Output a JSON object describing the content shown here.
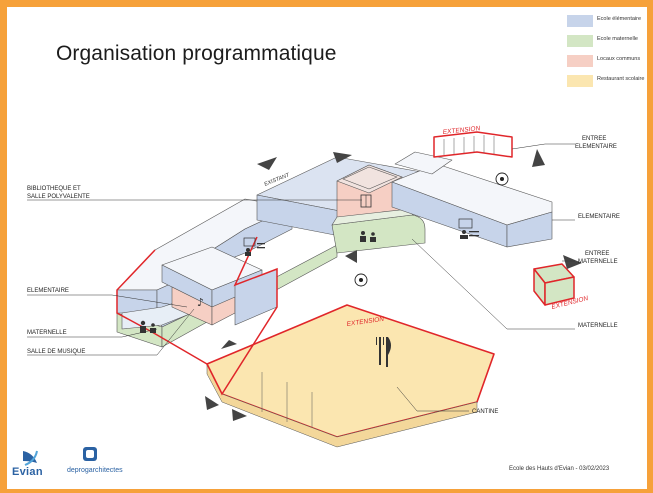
{
  "title": "Organisation programmatique",
  "legend": [
    {
      "label": "Ecole élémentaire",
      "color": "#c7d4ea"
    },
    {
      "label": "Ecole maternelle",
      "color": "#d3e6c4"
    },
    {
      "label": "Locaux communs",
      "color": "#f6cfc4"
    },
    {
      "label": "Restaurant scolaire",
      "color": "#fbe6b0"
    }
  ],
  "labels": {
    "bibliotheque_1": "BIBLIOTHEQUE ET",
    "bibliotheque_2": "SALLE POLYVALENTE",
    "elementaire_left": "ELEMENTAIRE",
    "maternelle_left": "MATERNELLE",
    "salle_musique": "SALLE DE MUSIQUE",
    "entree_elementaire_1": "ENTREE",
    "entree_elementaire_2": "ELEMENTAIRE",
    "elementaire_right": "ELEMENTAIRE",
    "entree_maternelle_1": "ENTREE",
    "entree_maternelle_2": "MATERNELLE",
    "maternelle_right": "MATERNELLE",
    "cantine": "CANTINE",
    "existant": "EXISTANT",
    "extension": "EXTENSION"
  },
  "footer": "Ecole des Hauts d'Evian - 03/02/2023",
  "logos": {
    "evian": "Evian",
    "architectes": "deprogarchitectes"
  },
  "colors": {
    "elementaire": "#c7d4ea",
    "maternelle": "#d3e6c4",
    "communs": "#f6cfc4",
    "restaurant": "#fbe6b0",
    "extension_line": "#e0262a",
    "border": "#f6a13a"
  }
}
